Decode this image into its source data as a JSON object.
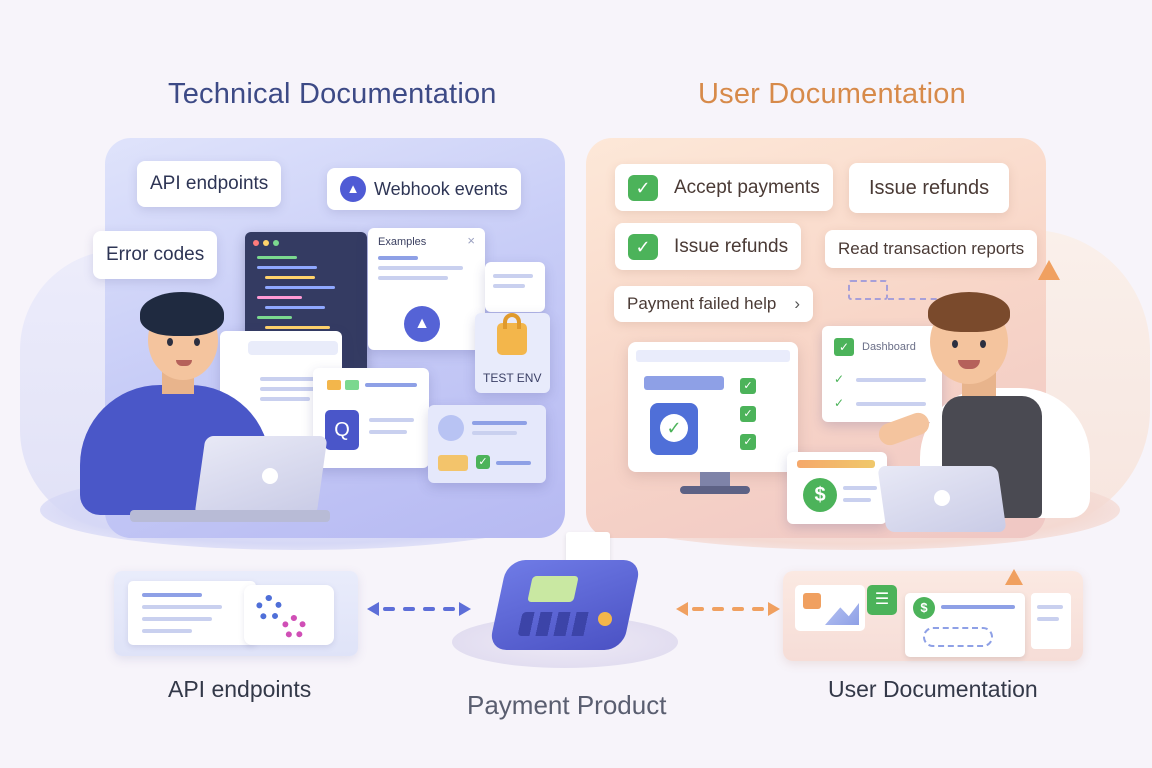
{
  "titles": {
    "technical": "Technical Documentation",
    "user": "User Documentation"
  },
  "technical_panel": {
    "chips": {
      "api_endpoints": "API endpoints",
      "webhook_events": "Webhook events",
      "error_codes": "Error codes"
    },
    "examples_card": {
      "title": "Examples",
      "close": "×"
    },
    "test_env": "TEST ENV"
  },
  "user_panel": {
    "chips": {
      "accept_payments": "Accept payments",
      "issue_refunds_top": "Issue refunds",
      "issue_refunds": "Issue refunds",
      "read_reports": "Read transaction reports",
      "payment_failed_help": "Payment failed help",
      "payment_failed_chevron": "›"
    },
    "dashboard_card": {
      "title": "Dashboard"
    }
  },
  "bottom": {
    "api_label": "API endpoints",
    "product_label": "Payment Product",
    "user_label": "User Documentation",
    "currency_symbol": "$"
  },
  "colors": {
    "tech_title": "#3d4a86",
    "user_title": "#d78a4a",
    "check_green": "#4cb35a",
    "accent_blue": "#4f5bd5",
    "accent_orange": "#f0a060"
  },
  "icons": [
    "check-icon",
    "warning-triangle-icon",
    "lock-icon",
    "dollar-icon",
    "gear-icon",
    "document-icon",
    "chevron-right-icon",
    "close-icon"
  ]
}
